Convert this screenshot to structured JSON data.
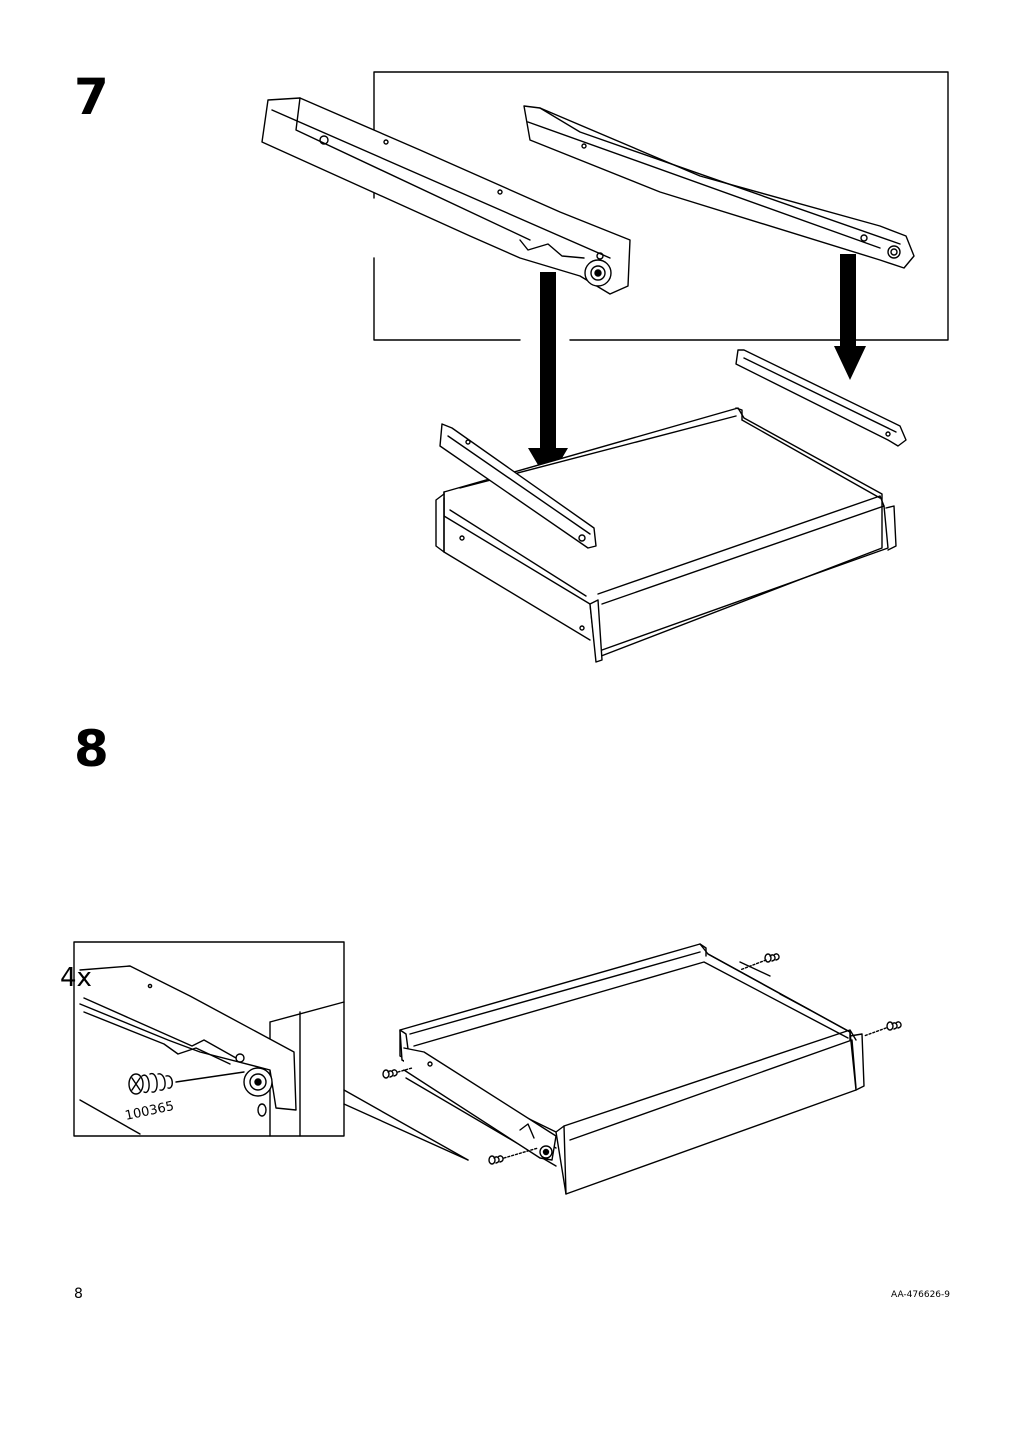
{
  "steps": [
    {
      "number": "7"
    },
    {
      "number": "8",
      "quantity_label": "4x",
      "part_number": "100365"
    }
  ],
  "footer": {
    "page_number": "8",
    "document_code": "AA-476626-9"
  },
  "icons": [
    "drawer-runner-left",
    "drawer-runner-right",
    "down-arrow",
    "drawer-box",
    "screw"
  ]
}
